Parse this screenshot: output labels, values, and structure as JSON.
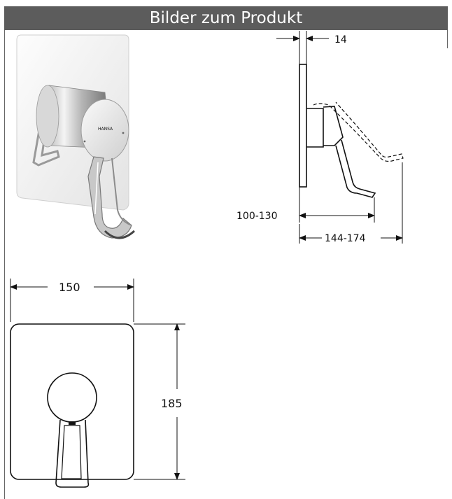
{
  "header": {
    "title": "Bilder zum Produkt"
  },
  "product_photo": {
    "brand_mark": "HANSA"
  },
  "side_view": {
    "dim_plate_thickness": "14",
    "dim_handle_depth": "100-130",
    "dim_total_depth": "144-174"
  },
  "front_view": {
    "dim_width": "150",
    "dim_height": "185"
  }
}
